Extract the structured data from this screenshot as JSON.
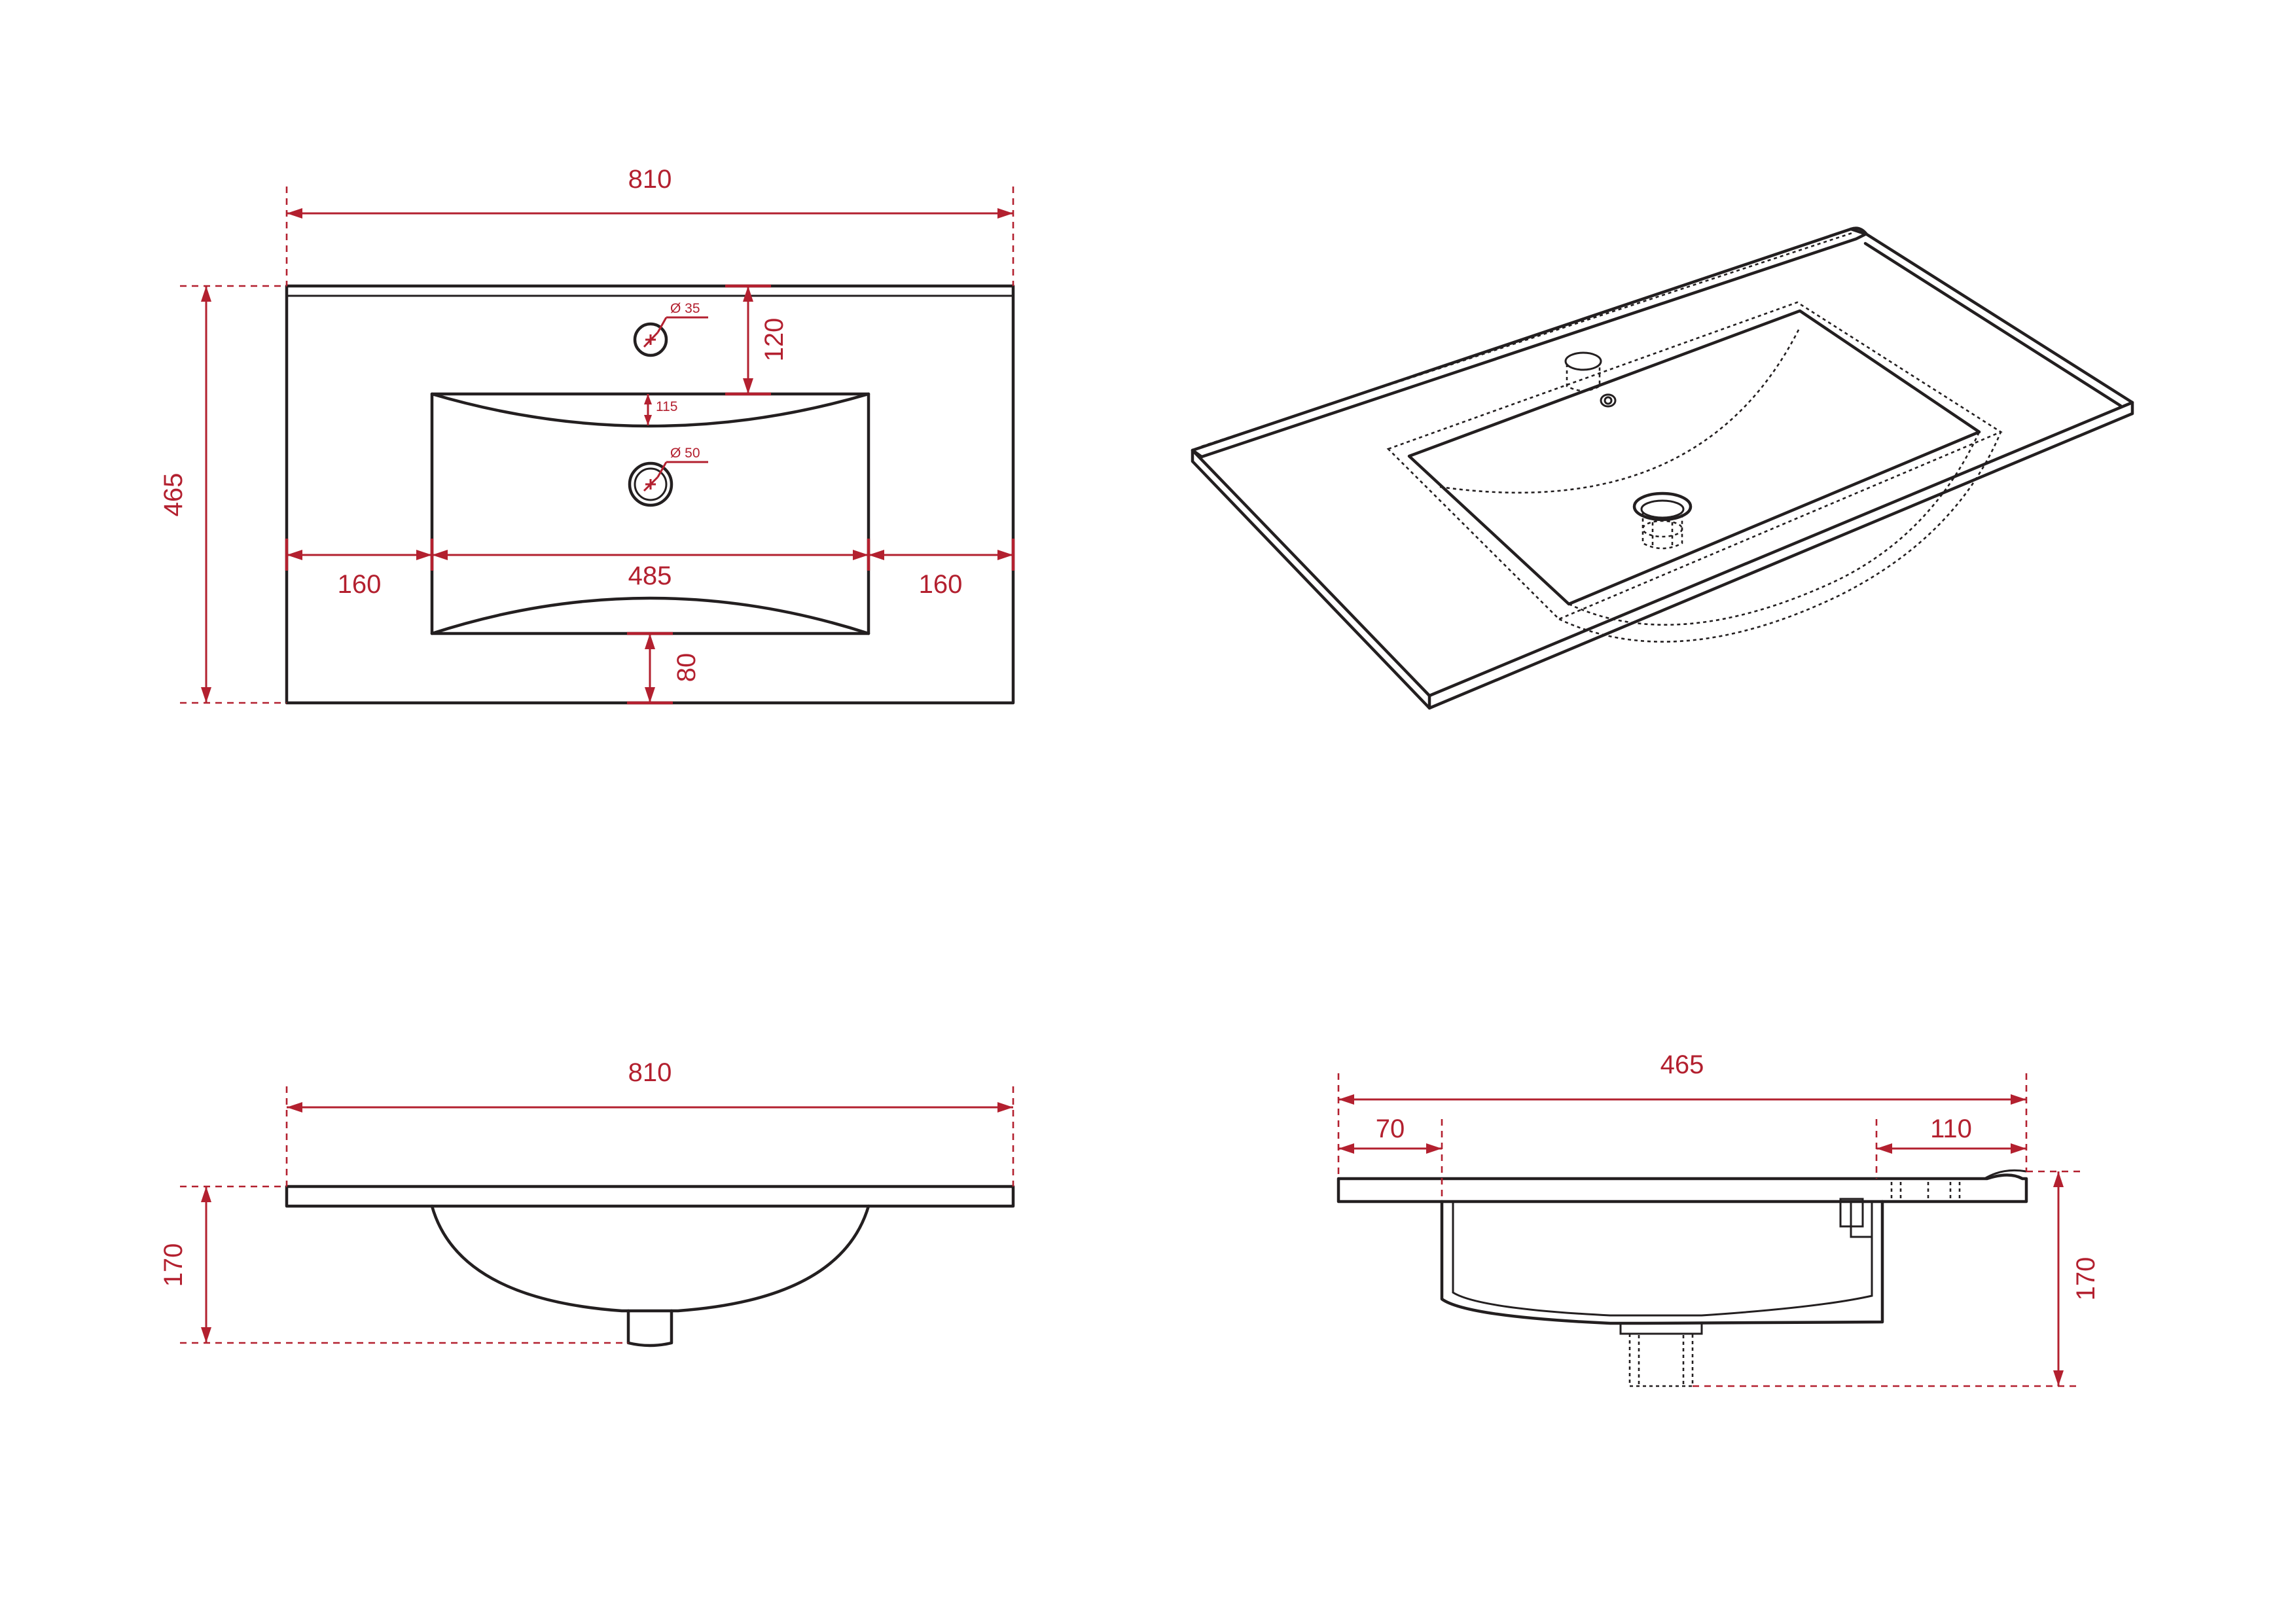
{
  "colors": {
    "outline": "#231f20",
    "dimension": "#b3202f",
    "background": "#ffffff"
  },
  "top_view": {
    "width": "810",
    "depth": "465",
    "tap_hole_diameter": "Ø 35",
    "tap_hole_offset": "120",
    "bowl_front_curve": "115",
    "drain_diameter": "Ø 50",
    "left_margin": "160",
    "bowl_width": "485",
    "right_margin": "160",
    "front_margin": "80"
  },
  "front_view": {
    "width": "810",
    "height": "170"
  },
  "side_view": {
    "depth": "465",
    "front_offset": "70",
    "back_offset": "110",
    "height": "170"
  }
}
